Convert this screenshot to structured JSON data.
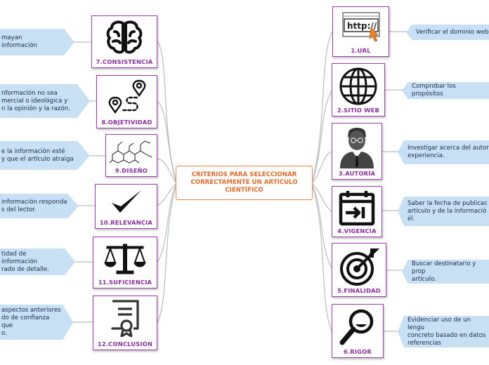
{
  "center": {
    "title": "CRITERIOS PARA SELECCIONAR\nCORRECTAMENTE UN ARTÍCULO\nCIENTÍFICO"
  },
  "colors": {
    "card_border": "#9b3fa8",
    "label": "#8a2d9e",
    "center_border": "#e8884a",
    "center_text": "#e06a2a",
    "note_bg": "#c8e0f4",
    "connector": "#b8bcc2"
  },
  "left": [
    {
      "label": "7.CONSISTENCIA",
      "icon": "brain-icon",
      "note": "mayan\n información"
    },
    {
      "label": "8.OBJETIVIDAD",
      "icon": "route-pins-icon",
      "note": "nformación no sea\nmercial o ideológica y\nn la opinión y la razón."
    },
    {
      "label": "9.DISEÑO",
      "icon": "molecule-icon",
      "note": "e la información esté\ny que el artículo  atraiga"
    },
    {
      "label": "10.RELEVANCIA",
      "icon": "checkmark-icon",
      "note": "información responda\ns del lector."
    },
    {
      "label": "11.SUFICIENCIA",
      "icon": "scales-icon",
      "note": "tidad de información\nrado de detalle."
    },
    {
      "label": "12.CONCLUSIÓN",
      "icon": "certificate-icon",
      "note": "aspectos anteriores\ndo de confianza que\no."
    }
  ],
  "right": [
    {
      "label": "1.URL",
      "icon": "url-browser-icon",
      "url_text": "http://",
      "note": "Verificar el dominio web"
    },
    {
      "label": "2.SITIO WEB",
      "icon": "globe-icon",
      "note": "Comprobar los propósitos"
    },
    {
      "label": "3.AUTORÍA",
      "icon": "author-icon",
      "note": "Investigar acerca del autor\nexperiencia."
    },
    {
      "label": "4.VIGENCIA",
      "icon": "calendar-enter-icon",
      "note": "Saber la fecha de publicac\nartículo y de la informació\nél."
    },
    {
      "label": "5.FINALIDAD",
      "icon": "target-icon",
      "note": "Buscar destinatario y prop\nartículo."
    },
    {
      "label": "6.RIGOR",
      "icon": "magnifier-icon",
      "note": "Evidenciar uso de un lengu\nconcreto basado en datos\nreferencias"
    }
  ]
}
